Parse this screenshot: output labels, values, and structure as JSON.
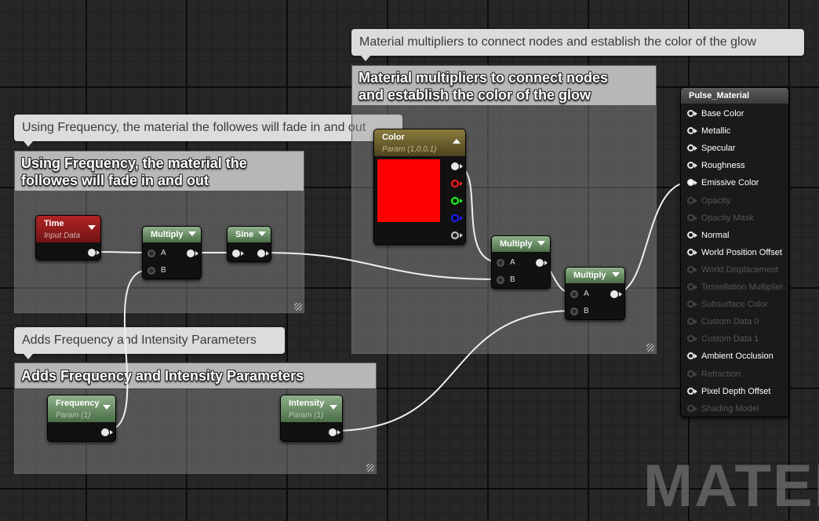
{
  "comments": {
    "material_multipliers": {
      "bubble": "Material multipliers to connect nodes and establish the color of the glow",
      "title_line1": "Material multipliers to connect nodes",
      "title_line2": "and establish the color of the glow"
    },
    "frequency_fade": {
      "bubble": "Using Frequency, the material the followes will fade in and out",
      "title_line1": "Using Frequency, the material the",
      "title_line2": "followes will fade in and out"
    },
    "params": {
      "bubble": "Adds Frequency and Intensity Parameters",
      "title": "Adds Frequency and Intensity Parameters"
    }
  },
  "nodes": {
    "time": {
      "title": "Time",
      "subtitle": "Input Data",
      "header_color": "#9b1e1e"
    },
    "multiply1": {
      "title": "Multiply",
      "pin_a": "A",
      "pin_b": "B"
    },
    "sine": {
      "title": "Sine"
    },
    "color": {
      "title": "Color",
      "subtitle": "Param (1,0,0,1)",
      "swatch": "#ff0000",
      "channel_colors": [
        "#ffffff",
        "#ff2020",
        "#20ff20",
        "#2020ff",
        "#cccccc"
      ]
    },
    "multiply2": {
      "title": "Multiply",
      "pin_a": "A",
      "pin_b": "B"
    },
    "multiply3": {
      "title": "Multiply",
      "pin_a": "A",
      "pin_b": "B"
    },
    "frequency": {
      "title": "Frequency",
      "subtitle": "Param (1)"
    },
    "intensity": {
      "title": "Intensity",
      "subtitle": "Param (1)"
    }
  },
  "output_node": {
    "title": "Pulse_Material",
    "inputs": [
      {
        "label": "Base Color",
        "enabled": true
      },
      {
        "label": "Metallic",
        "enabled": true
      },
      {
        "label": "Specular",
        "enabled": true
      },
      {
        "label": "Roughness",
        "enabled": true
      },
      {
        "label": "Emissive Color",
        "enabled": true
      },
      {
        "label": "Opacity",
        "enabled": false
      },
      {
        "label": "Opacity Mask",
        "enabled": false
      },
      {
        "label": "Normal",
        "enabled": true
      },
      {
        "label": "World Position Offset",
        "enabled": true
      },
      {
        "label": "World Displacement",
        "enabled": false
      },
      {
        "label": "Tessellation Multiplier",
        "enabled": false
      },
      {
        "label": "Subsurface Color",
        "enabled": false
      },
      {
        "label": "Custom Data 0",
        "enabled": false
      },
      {
        "label": "Custom Data 1",
        "enabled": false
      },
      {
        "label": "Ambient Occlusion",
        "enabled": true
      },
      {
        "label": "Refraction",
        "enabled": false
      },
      {
        "label": "Pixel Depth Offset",
        "enabled": true
      },
      {
        "label": "Shading Model",
        "enabled": false
      }
    ]
  },
  "watermark": "MATER",
  "colors": {
    "background": "#262626",
    "wire": "#ffffff",
    "param_green": "#4a6e45"
  }
}
